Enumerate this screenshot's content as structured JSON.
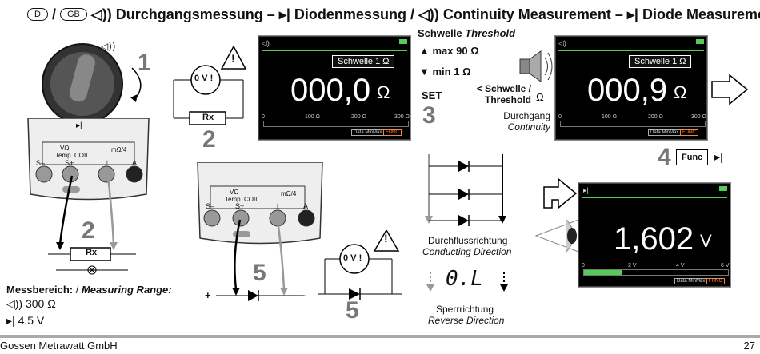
{
  "title": {
    "badge_d": "D",
    "badge_gb": "GB",
    "text": "Durchgangsmessung – ▸ Diodenmessung / ◂)) Continuity Measurement – ▸ Diode Measurement",
    "part1": "Durchgangsmessung –",
    "part2": "Diodenmessung /",
    "part3": "Continuity Measurement –",
    "part4": "Diode Measurement"
  },
  "steps": {
    "s1": "1",
    "s2a": "2",
    "s2b": "2",
    "s3": "3",
    "s4": "4",
    "s5a": "5",
    "s5b": "5"
  },
  "meter": {
    "labels": [
      "S–",
      "S+",
      "⊥",
      "A"
    ],
    "vohm": "VΩ",
    "temp": "Temp",
    "coil": "COIL",
    "mohm4": "mΩ/4"
  },
  "resistor": "Rx",
  "voltage_check": "0 V !",
  "measuring_range": {
    "label_de": "Messbereich:",
    "sep": " / ",
    "label_en": "Measuring Range:",
    "continuity": "300 Ω",
    "diode": "4,5 V"
  },
  "display1": {
    "range": "Schwelle 1 Ω",
    "value": "000,0",
    "unit": "Ω",
    "ticks": [
      "0",
      "100 Ω",
      "200 Ω",
      "300 Ω"
    ],
    "btn_data": "Data MinMax",
    "btn_func": "FUNC"
  },
  "display2": {
    "range": "Schwelle 1 Ω",
    "value": "000,9",
    "unit": "Ω",
    "ticks": [
      "0",
      "100 Ω",
      "200 Ω",
      "300 Ω"
    ],
    "btn_data": "Data MinMax",
    "btn_func": "FUNC"
  },
  "display3": {
    "value": "1,602",
    "unit": "V",
    "ticks": [
      "0",
      "2 V",
      "4 V",
      "6 V"
    ],
    "btn_data": "Data MinMax",
    "btn_func": "FUNC",
    "level": 0.27
  },
  "threshold": {
    "head_de": "Schwelle",
    "head_en": "Threshold",
    "max_label": "max",
    "max_value": "90 Ω",
    "min_label": "min",
    "min_value": "1 Ω",
    "set": "SET",
    "lt_de": "< Schwelle /",
    "lt_en": "Threshold",
    "ohm": "Ω",
    "cont_de": "Durchgang",
    "cont_en": "Continuity"
  },
  "func_key": "Func",
  "diode_dirs": {
    "fwd_de": "Durchflussrichtung",
    "fwd_en": "Conducting Direction",
    "rev_display": "0.L",
    "rev_de": "Sperrrichtung",
    "rev_en": "Reverse Direction"
  },
  "polarity": {
    "plus": "+",
    "minus": "–"
  },
  "footer": {
    "company": "Gossen Metrawatt GmbH",
    "page": "27"
  }
}
